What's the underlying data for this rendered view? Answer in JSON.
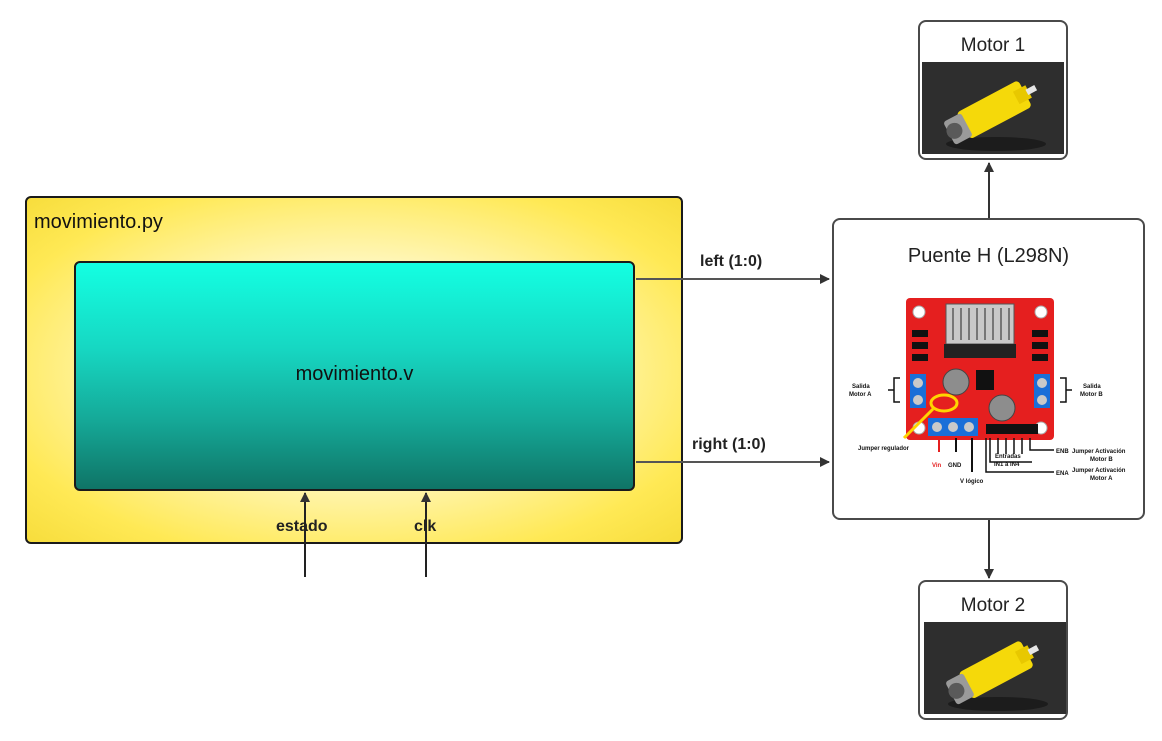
{
  "modules": {
    "outer": {
      "title": "movimiento.py"
    },
    "inner": {
      "title": "movimiento.v"
    }
  },
  "signals": {
    "left": "left (1:0)",
    "right": "right (1:0)",
    "estado": "estado",
    "clk": "clk"
  },
  "hbridge": {
    "title": "Puente H (L298N)",
    "board_labels": {
      "salida_a_1": "Salida",
      "salida_a_2": "Motor A",
      "salida_b_1": "Salida",
      "salida_b_2": "Motor B",
      "jumper_regulador": "Jumper regulador",
      "vin": "Vin",
      "gnd": "GND",
      "v_logico": "V lógico",
      "entradas_1": "Entradas",
      "entradas_2": "IN1 a IN4",
      "enb": "ENB",
      "ena": "ENA",
      "jumper_b_1": "Jumper Activación",
      "jumper_b_2": "Motor B",
      "jumper_a_1": "Jumper Activación",
      "jumper_a_2": "Motor A"
    }
  },
  "motors": [
    {
      "title": "Motor 1"
    },
    {
      "title": "Motor 2"
    }
  ],
  "colors": {
    "outer_fill": "#ffe955",
    "inner_fill": "#16d7c2",
    "board_red": "#e51f1f",
    "motor_yellow": "#f5d90a"
  }
}
